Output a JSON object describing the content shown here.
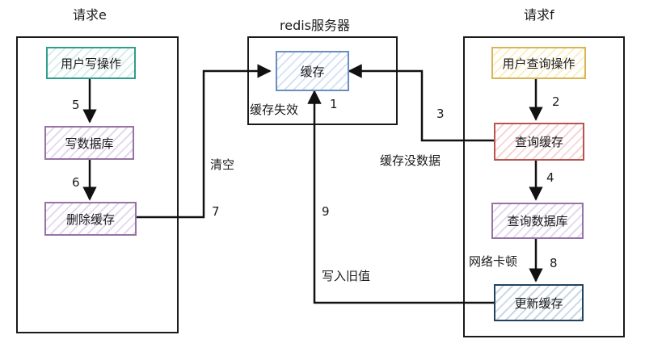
{
  "frames": {
    "request_e": {
      "title": "请求e"
    },
    "redis": {
      "title": "redis服务器"
    },
    "request_f": {
      "title": "请求f"
    }
  },
  "nodes": {
    "user_write": "用户写操作",
    "write_db": "写数据库",
    "delete_cache": "删除缓存",
    "cache": "缓存",
    "user_query": "用户查询操作",
    "query_cache": "查询缓存",
    "query_db": "查询数据库",
    "update_cache": "更新缓存"
  },
  "edge_labels": {
    "cache_invalid": "缓存失效",
    "n1": "1",
    "n2": "2",
    "n3": "3",
    "cache_miss": "缓存没数据",
    "n4": "4",
    "n5": "5",
    "n6": "6",
    "clear": "清空",
    "n7": "7",
    "n8": "8",
    "network_lag": "网络卡顿",
    "n9": "9",
    "write_old_value": "写入旧值"
  }
}
